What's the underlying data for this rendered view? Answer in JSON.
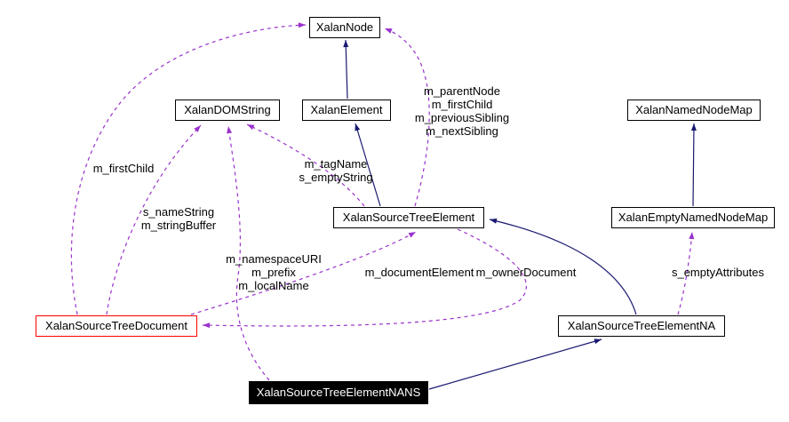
{
  "diagram": {
    "type": "collaboration-graph",
    "colors": {
      "inheritance_edge": "#191970",
      "usage_edge": "#9a32cd",
      "node_border": "#000000",
      "truncated_node_border": "#ff0000",
      "main_node_bg": "#000000",
      "main_node_text": "#ffffff",
      "node_bg": "#ffffff",
      "background": "#ffffff"
    },
    "nodes": [
      {
        "id": "xalan-node",
        "label": "XalanNode"
      },
      {
        "id": "xalan-dom-string",
        "label": "XalanDOMString"
      },
      {
        "id": "xalan-element",
        "label": "XalanElement"
      },
      {
        "id": "xalan-named-node-map",
        "label": "XalanNamedNodeMap"
      },
      {
        "id": "xalan-source-tree-element",
        "label": "XalanSourceTreeElement"
      },
      {
        "id": "xalan-empty-named-node-map",
        "label": "XalanEmptyNamedNodeMap"
      },
      {
        "id": "xalan-source-tree-document",
        "label": "XalanSourceTreeDocument"
      },
      {
        "id": "xalan-source-tree-element-na",
        "label": "XalanSourceTreeElementNA"
      },
      {
        "id": "xalan-source-tree-element-nans",
        "label": "XalanSourceTreeElementNANS"
      }
    ],
    "edge_labels": [
      {
        "id": "element-node-members",
        "text": "m_parentNode\nm_firstChild\nm_previousSibling\nm_nextSibling"
      },
      {
        "id": "tagname-emptystring",
        "text": "m_tagName\ns_emptyString"
      },
      {
        "id": "firstchild",
        "text": "m_firstChild"
      },
      {
        "id": "namestring-stringbuffer",
        "text": "s_nameString\nm_stringBuffer"
      },
      {
        "id": "namespace-prefix-localname",
        "text": "m_namespaceURI\nm_prefix\nm_localName"
      },
      {
        "id": "documentelement",
        "text": "m_documentElement"
      },
      {
        "id": "ownerdocument",
        "text": "m_ownerDocument"
      },
      {
        "id": "emptyattributes",
        "text": "s_emptyAttributes"
      }
    ]
  }
}
